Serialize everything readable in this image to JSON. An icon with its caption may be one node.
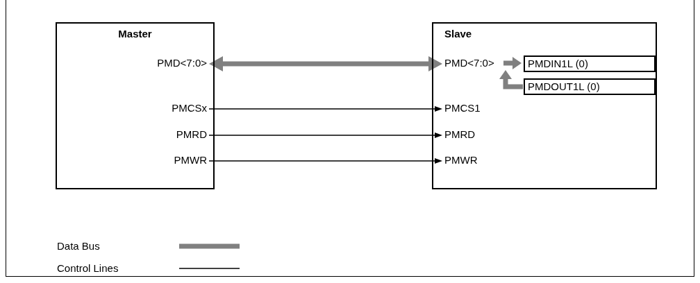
{
  "diagram": {
    "nodes": [
      {
        "text": [
          "Master"
        ]
      },
      {
        "text": [
          "PMD<7:0>"
        ],
        "in": 0
      },
      {
        "text": [
          "PMCSx"
        ],
        "in": 0
      },
      {
        "text": [
          "PMRD"
        ],
        "in": 0
      },
      {
        "text": [
          "PMWR"
        ],
        "in": 0
      },
      {
        "text": [
          "Slave"
        ]
      },
      {
        "text": [
          "PMD<7:0>"
        ],
        "in": 5
      },
      {
        "text": [
          "PMCS1"
        ],
        "in": 5
      },
      {
        "text": [
          "PMRD"
        ],
        "in": 5
      },
      {
        "text": [
          "PMWR"
        ],
        "in": 5
      },
      {
        "text": [
          "PMDIN1L (0)"
        ],
        "in": 5
      },
      {
        "text": [
          "PMDOUT1L (0)"
        ],
        "in": 5
      }
    ],
    "edges": [
      {
        "from": 1,
        "to": 6,
        "arrow": "both",
        "style": "thick",
        "color": "#808080"
      },
      {
        "from": 2,
        "to": 7,
        "arrow": "to",
        "color": "#000000"
      },
      {
        "from": 3,
        "to": 8,
        "arrow": "to",
        "color": "#000000"
      },
      {
        "from": 4,
        "to": 9,
        "arrow": "to",
        "color": "#000000"
      },
      {
        "from": 6,
        "to": 10,
        "arrow": "to",
        "style": "thick",
        "color": "#808080"
      },
      {
        "from": 11,
        "to": 6,
        "arrow": "to",
        "style": "thick",
        "color": "#808080"
      }
    ],
    "legend": [
      {
        "text": "Data Bus"
      },
      {
        "text": "Control Lines"
      }
    ]
  }
}
